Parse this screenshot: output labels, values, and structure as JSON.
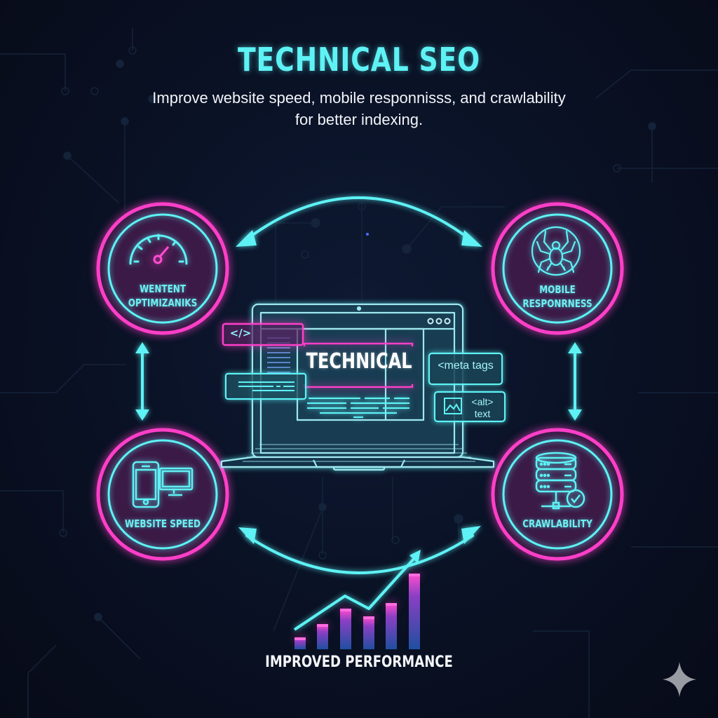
{
  "header": {
    "title": "TECHNICAL SEO",
    "subtitle": "Improve website speed, mobile responnisss, and crawlability for better indexing."
  },
  "nodes": [
    {
      "id": "top-left",
      "icon": "speedometer-icon",
      "label_line1": "WENTENT",
      "label_line2": "OPTIMIZANIKS"
    },
    {
      "id": "top-right",
      "icon": "spider-bug-icon",
      "label_line1": "MOBILE",
      "label_line2": "RESPONRNESS"
    },
    {
      "id": "bottom-left",
      "icon": "phone-desktop-icon",
      "label_line1": "WEBSITE SPEED",
      "label_line2": ""
    },
    {
      "id": "bottom-right",
      "icon": "server-check-icon",
      "label_line1": "CRAWLABILITY",
      "label_line2": ""
    }
  ],
  "center": {
    "screen_title": "TECHNICAL",
    "code_tag": "</>",
    "meta_tag": "<meta tags",
    "alt_tag_line1": "<alt>",
    "alt_tag_line2": "text",
    "window_dots": "ooo"
  },
  "performance": {
    "label": "IMPROVED PERFORMANCE",
    "bars": [
      12,
      32,
      58,
      45,
      70,
      100
    ],
    "trend_line": [
      10,
      48,
      28,
      90
    ]
  },
  "colors": {
    "background": "#0a1226",
    "cyan": "#5ef2f5",
    "magenta": "#ff3fc8",
    "laptop_line": "#9fe8f0",
    "bar_top": "#ff4fd0",
    "bar_bottom": "#1f4fa0",
    "watermark": "#9a9ca3"
  },
  "watermark": {
    "icon": "sparkle-icon"
  }
}
